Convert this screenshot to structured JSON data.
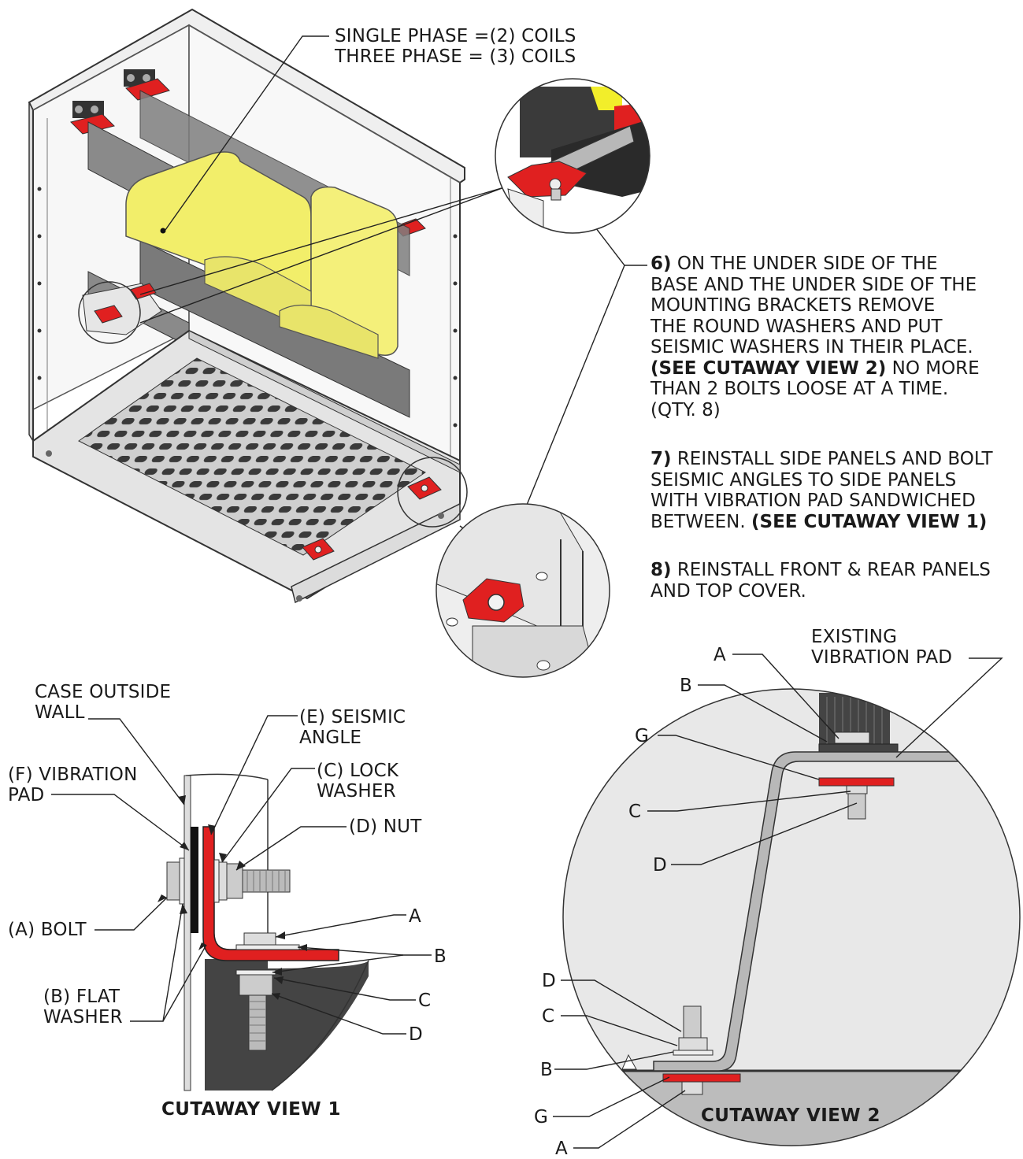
{
  "top_callout": [
    "SINGLE PHASE =(2) COILS",
    "THREE PHASE = (3) COILS"
  ],
  "steps": {
    "s6": {
      "num": "6)",
      "l1": " ON THE UNDER SIDE OF THE",
      "l2": "BASE AND THE UNDER SIDE OF THE",
      "l3": "MOUNTING BRACKETS REMOVE",
      "l4": "THE ROUND WASHERS AND PUT",
      "l5": "SEISMIC WASHERS IN THEIR PLACE.",
      "bold": "(SEE CUTAWAY VIEW 2)",
      "l6": " NO MORE",
      "l7": "THAN 2 BOLTS LOOSE AT A TIME.",
      "l8": "(QTY. 8)"
    },
    "s7": {
      "num": "7)",
      "l1": " REINSTALL SIDE PANELS AND BOLT",
      "l2": "SEISMIC ANGLES TO SIDE PANELS",
      "l3": "WITH VIBRATION PAD SANDWICHED",
      "l4": "BETWEEN. ",
      "bold": "(SEE CUTAWAY VIEW 1)"
    },
    "s8": {
      "num": "8)",
      "l1": " REINSTALL FRONT & REAR PANELS",
      "l2": "AND TOP COVER."
    }
  },
  "view1": {
    "caption": "CUTAWAY VIEW 1",
    "case_wall": [
      "CASE OUTSIDE",
      "WALL"
    ],
    "seismic_angle": [
      "(E) SEISMIC",
      "ANGLE"
    ],
    "vibration_pad": [
      "(F) VIBRATION",
      "PAD"
    ],
    "lock_washer": [
      "(C) LOCK",
      "WASHER"
    ],
    "nut": "(D) NUT",
    "bolt": "(A) BOLT",
    "flat_washer": [
      "(B) FLAT",
      "WASHER"
    ],
    "A": "A",
    "B": "B",
    "C": "C",
    "D": "D"
  },
  "view2": {
    "caption": "CUTAWAY VIEW 2",
    "existing_pad": [
      "EXISTING",
      "VIBRATION PAD"
    ],
    "top": {
      "A": "A",
      "B": "B",
      "G": "G",
      "C": "C",
      "D": "D"
    },
    "bottom": {
      "D": "D",
      "C": "C",
      "B": "B",
      "G": "G",
      "A": "A"
    }
  },
  "colors": {
    "washer": "#e02020",
    "coil": "#f2ee6a",
    "metal": "#d6d6d6",
    "dark": "#3a3a3a"
  }
}
